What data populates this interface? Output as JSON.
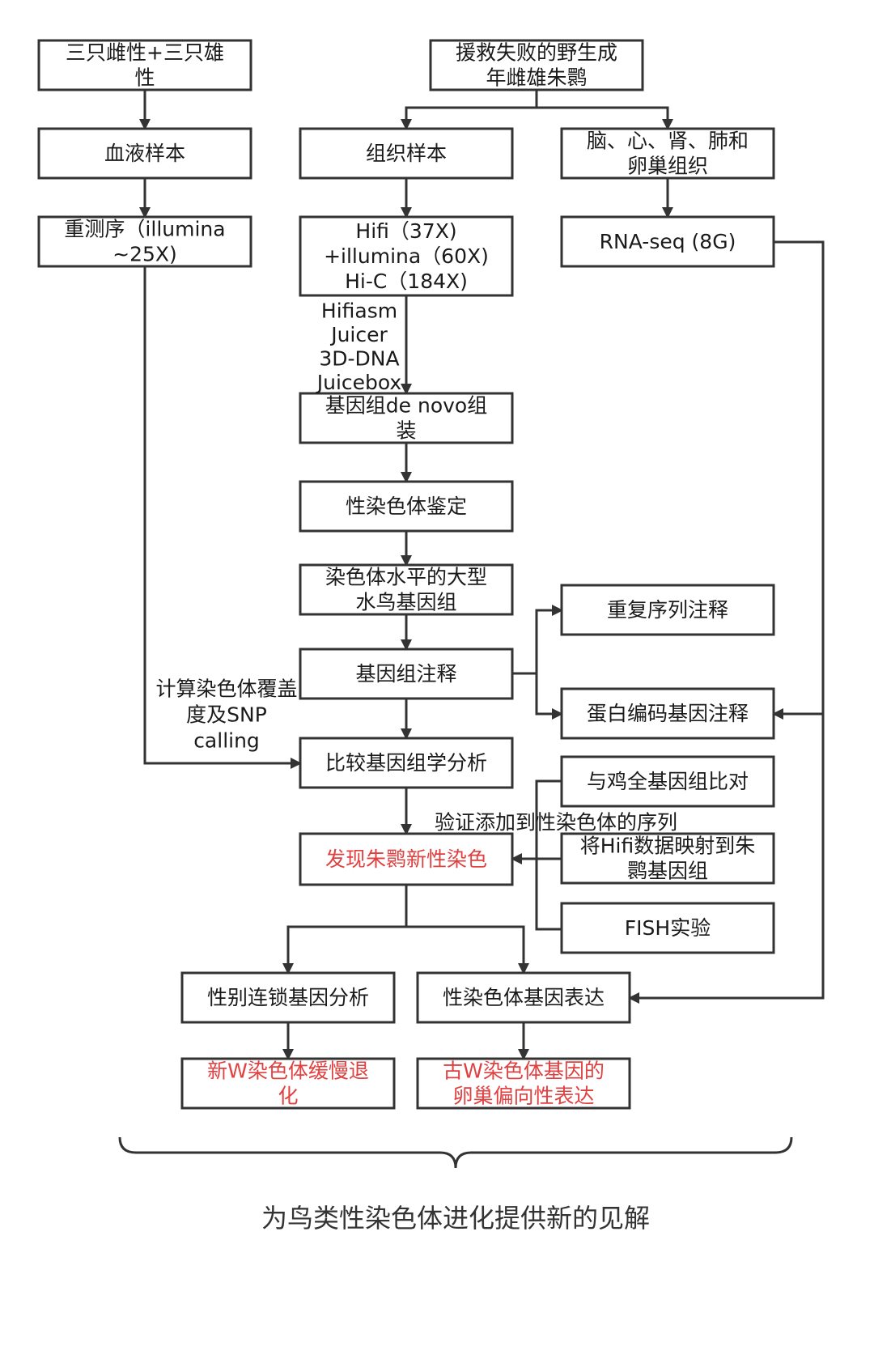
{
  "nodes": {
    "females_males": [
      "三只雌性+三只雄",
      "性"
    ],
    "wild_adult": [
      "援救失败的野生成",
      "年雌雄朱鹮"
    ],
    "blood_sample": [
      "血液样本"
    ],
    "tissue_sample": [
      "组织样本"
    ],
    "organ_tissues": [
      "脑、心、肾、肺和",
      "卵巢组织"
    ],
    "resequencing": [
      "重测序（illumina",
      "~25X)"
    ],
    "hifi_illumina_hic": [
      "Hifi（37X)",
      "+illumina（60X)",
      "Hi-C（184X)"
    ],
    "rna_seq": [
      "RNA-seq (8G)"
    ],
    "de_novo_assembly": [
      "基因组de novo组",
      "装"
    ],
    "sex_chrom_id": [
      "性染色体鉴定"
    ],
    "chrom_level_genome": [
      "染色体水平的大型",
      "水鸟基因组"
    ],
    "repeat_annotation": [
      "重复序列注释"
    ],
    "genome_annotation": [
      "基因组注释"
    ],
    "protein_gene_annotation": [
      "蛋白编码基因注释"
    ],
    "comparative_genomics": [
      "比较基因组学分析"
    ],
    "chicken_alignment": [
      "与鸡全基因组比对"
    ],
    "new_sex_chrom": [
      "发现朱鹮新性染色"
    ],
    "hifi_mapping": [
      "将Hifi数据映射到朱",
      "鹮基因组"
    ],
    "fish_experiment": [
      "FISH实验"
    ],
    "sex_linked_analysis": [
      "性别连锁基因分析"
    ],
    "sex_chrom_expression": [
      "性染色体基因表达"
    ],
    "new_w_degeneration": [
      "新W染色体缓慢退",
      "化"
    ],
    "old_w_ovary_bias": [
      "古W染色体基因的",
      "卵巢偏向性表达"
    ]
  },
  "edge_labels": {
    "tools": [
      "Hifiasm",
      "Juicer",
      "3D-DNA",
      "Juicebox"
    ],
    "coverage_snp": [
      "计算染色体覆盖",
      "度及SNP",
      "calling"
    ],
    "verify": [
      "验证添加到性染色体的序列"
    ]
  },
  "conclusion": "为鸟类性染色体进化提供新的见解",
  "colors": {
    "line": "#333333",
    "text": "#1a1a1a",
    "highlight": "#e04040"
  }
}
